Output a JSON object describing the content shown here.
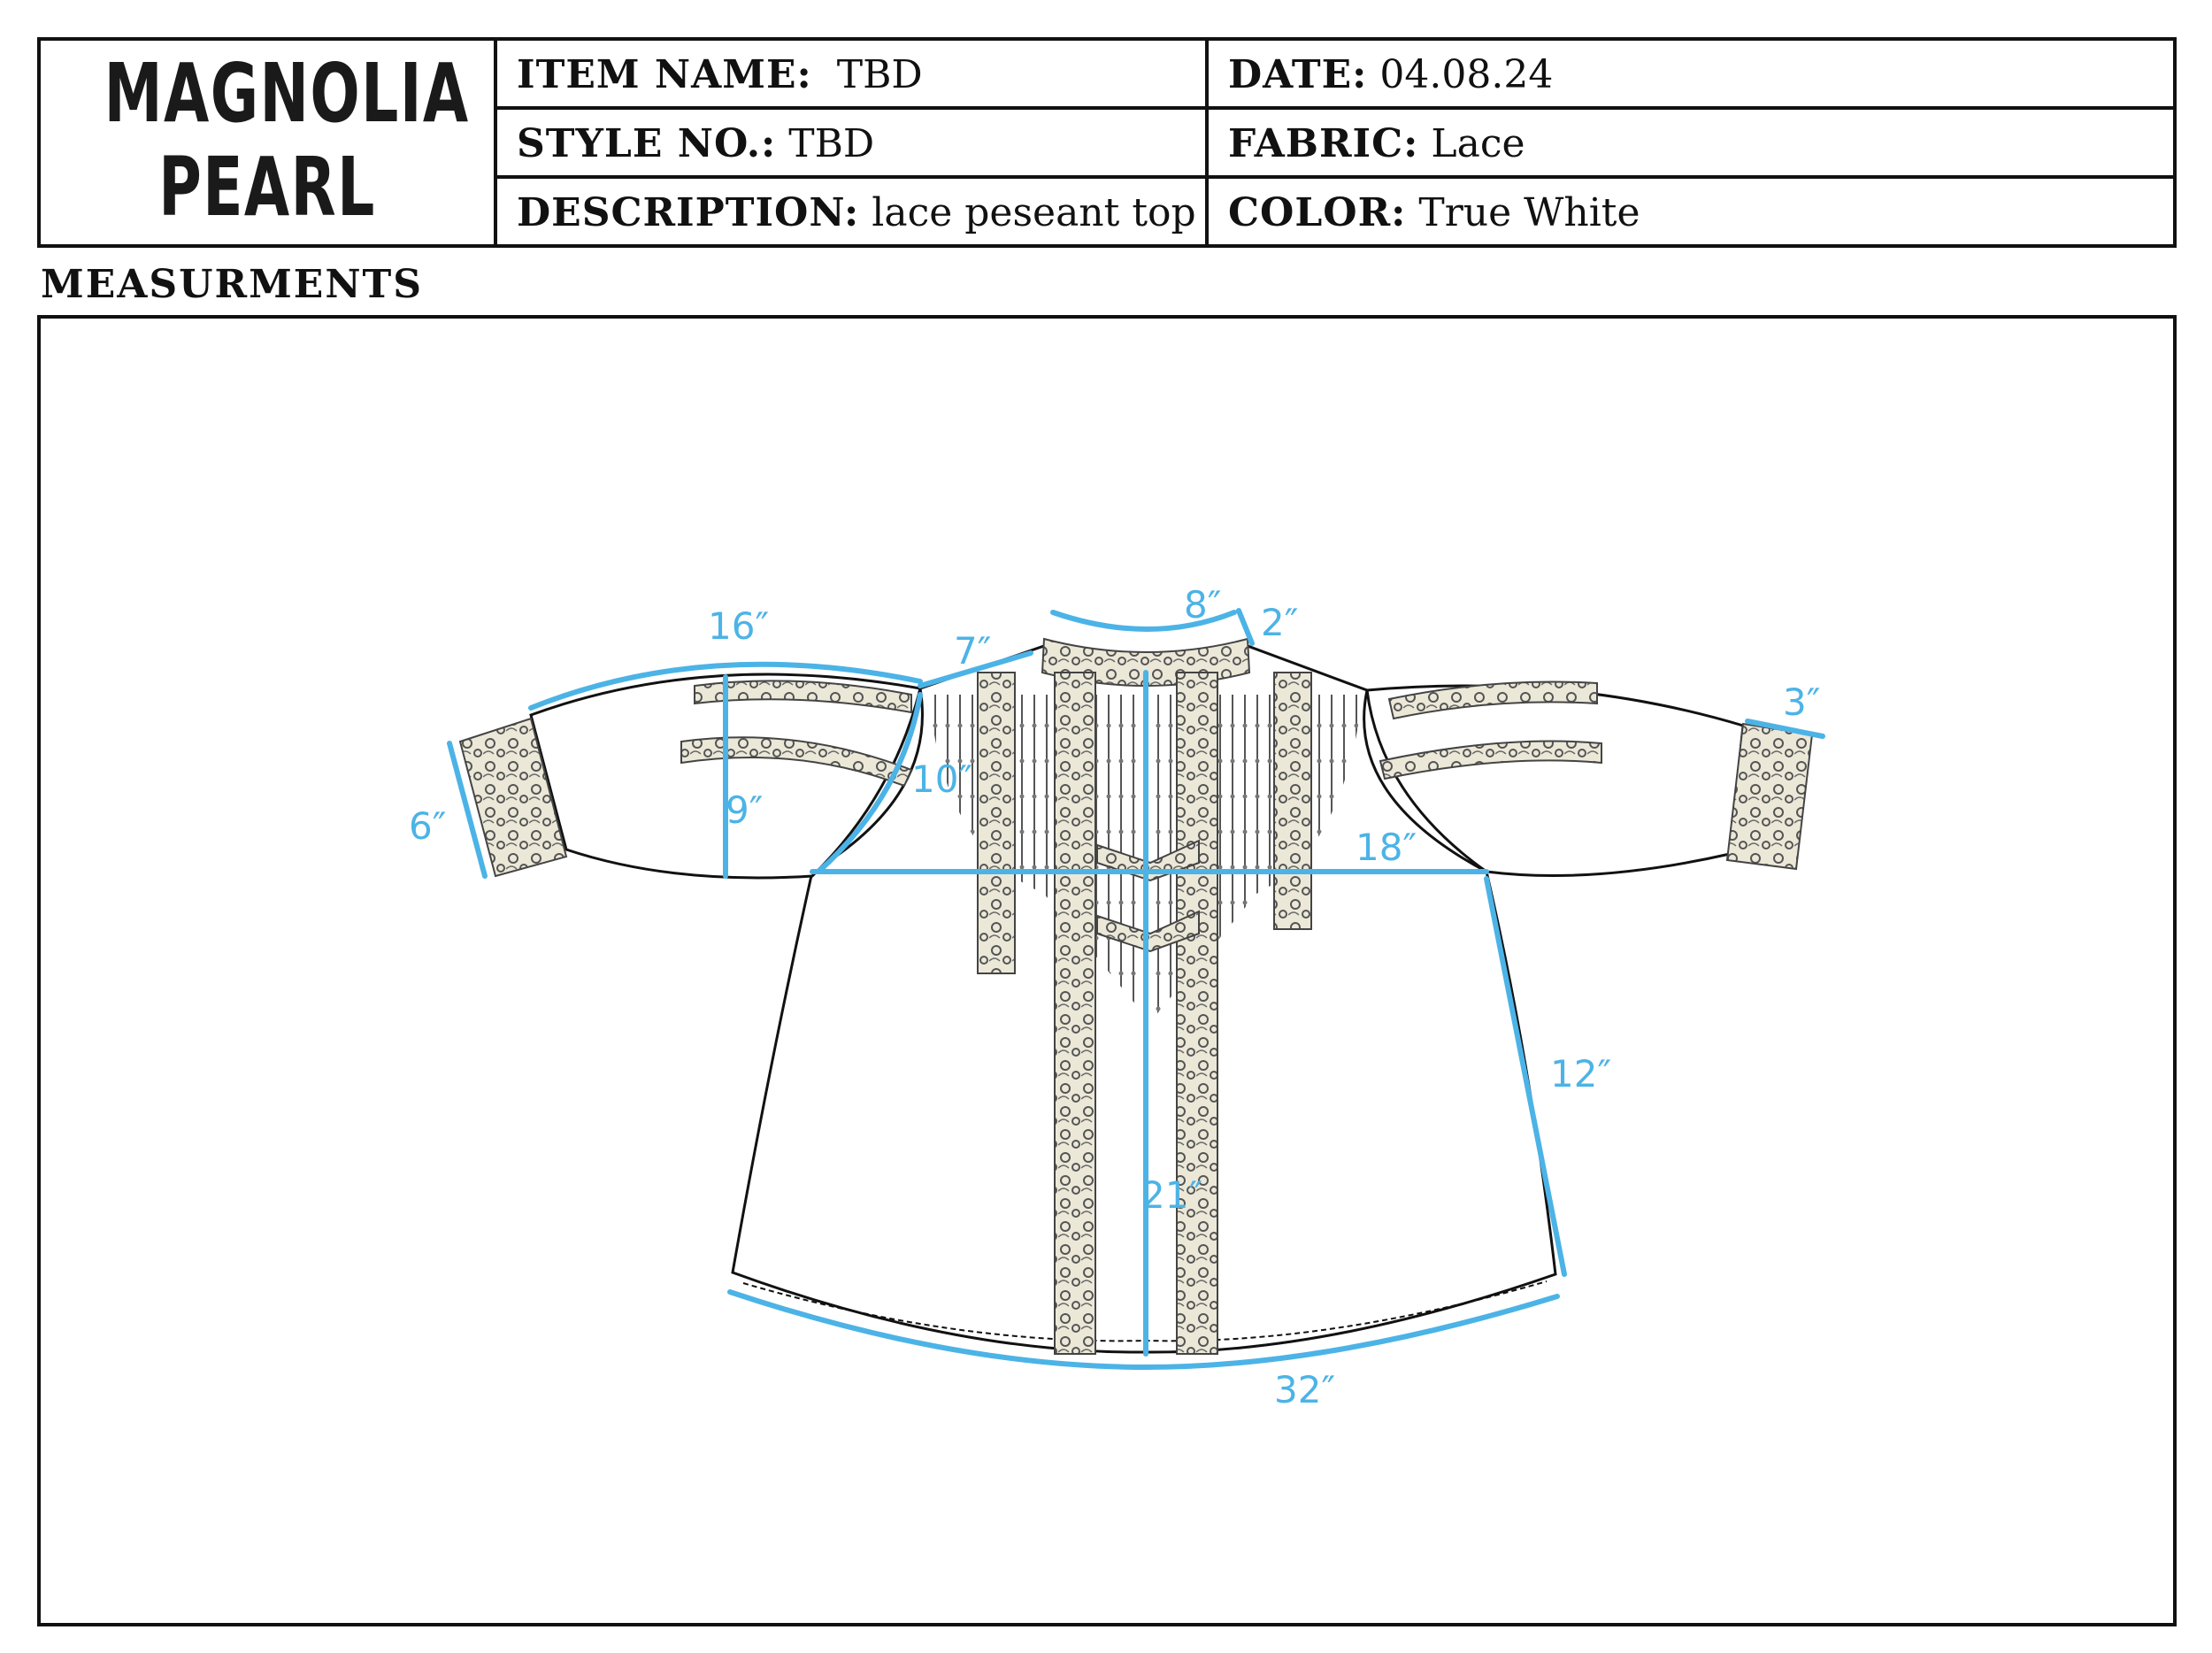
{
  "brand": {
    "logo_line1": "MAGNOLIA",
    "logo_line2": "PEARL"
  },
  "header": {
    "item_name": {
      "label": "ITEM NAME:",
      "value": "TBD"
    },
    "style_no": {
      "label": "STYLE NO.:",
      "value": "TBD"
    },
    "description": {
      "label": "DESCRIPTION:",
      "value": "lace peseant top"
    },
    "date": {
      "label": "DATE:",
      "value": "04.08.24"
    },
    "fabric": {
      "label": "FABRIC:",
      "value": "Lace"
    },
    "color": {
      "label": "COLOR:",
      "value": "True White"
    }
  },
  "section": {
    "title": "MEASURMENTS"
  },
  "measurements": {
    "sleeve_length": "16″",
    "shoulder": "7″",
    "neck_width": "8″",
    "neck_drop": "2″",
    "cuff_right": "3″",
    "cuff_left": "6″",
    "armhole": "10″",
    "bicep": "9″",
    "chest": "18″",
    "side_seam": "12″",
    "body_length": "21″",
    "hem_sweep": "32″"
  },
  "colors": {
    "measure_line": "#4cb3e6",
    "outline": "#111111",
    "lace_fill": "#ebe8d8"
  },
  "icons": {
    "garment": "peasant-top-flat-sketch-icon"
  }
}
